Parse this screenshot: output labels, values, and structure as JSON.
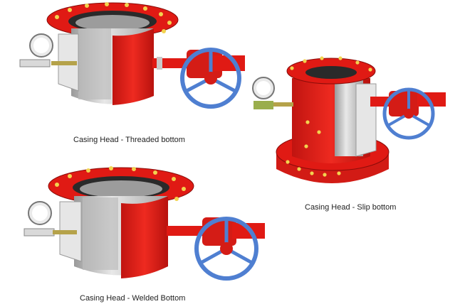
{
  "captions": {
    "threaded": "Casing Head - Threaded bottom",
    "slip": "Casing Head - Slip bottom",
    "welded": "Casing Head - Welded Bottom"
  },
  "colors": {
    "body_red": "#e01a14",
    "dark_red": "#a90f0b",
    "steel": "#c9c9c9",
    "handwheel_blue": "#4f7fd1",
    "bolt_yellow": "#e8c840",
    "gauge_green": "#9aae4c"
  },
  "illustrations": [
    {
      "name": "threaded-bottom-casing-head"
    },
    {
      "name": "slip-bottom-casing-head"
    },
    {
      "name": "welded-bottom-casing-head"
    }
  ]
}
